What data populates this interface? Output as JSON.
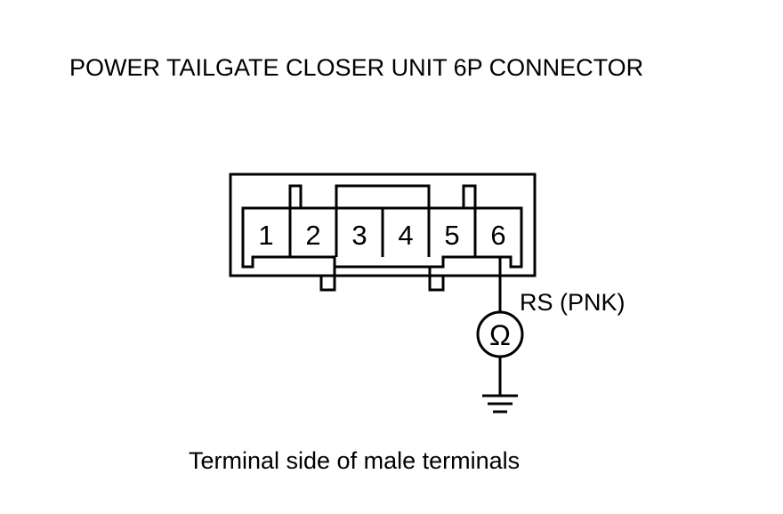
{
  "title": "POWER TAILGATE CLOSER UNIT 6P CONNECTOR",
  "connector": {
    "terminals": [
      "1",
      "2",
      "3",
      "4",
      "5",
      "6"
    ]
  },
  "probe": {
    "terminal": "6",
    "wire_label": "RS (PNK)",
    "meter_symbol": "Ω",
    "reference": "ground"
  },
  "caption": "Terminal side of male terminals"
}
